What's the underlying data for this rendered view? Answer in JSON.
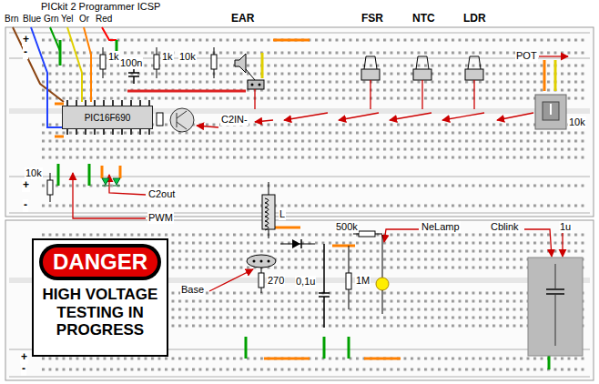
{
  "diagram": {
    "nodes": [
      {
        "text": [
          "PIC16F690"
        ]
      },
      {
        "text": [
          "DANGER",
          "HIGH VOLTAGE TESTING IN PROGRESS"
        ]
      }
    ],
    "labels": [
      "PICkit 2 Programmer ICSP",
      "Brn",
      "Blue",
      "Grn",
      "Yel",
      "Or",
      "Red",
      "EAR",
      "FSR",
      "NTC",
      "LDR",
      "+",
      "-",
      "1k",
      "100n",
      "1k",
      "10k",
      "POT",
      "C2IN-",
      "10k",
      "10k",
      "+",
      "-",
      "C2out",
      "PWM",
      "L",
      "500k",
      "NeLamp",
      "Cblink",
      "1u",
      "270",
      "0,1u",
      "1M",
      "Base",
      "+",
      "-"
    ]
  }
}
